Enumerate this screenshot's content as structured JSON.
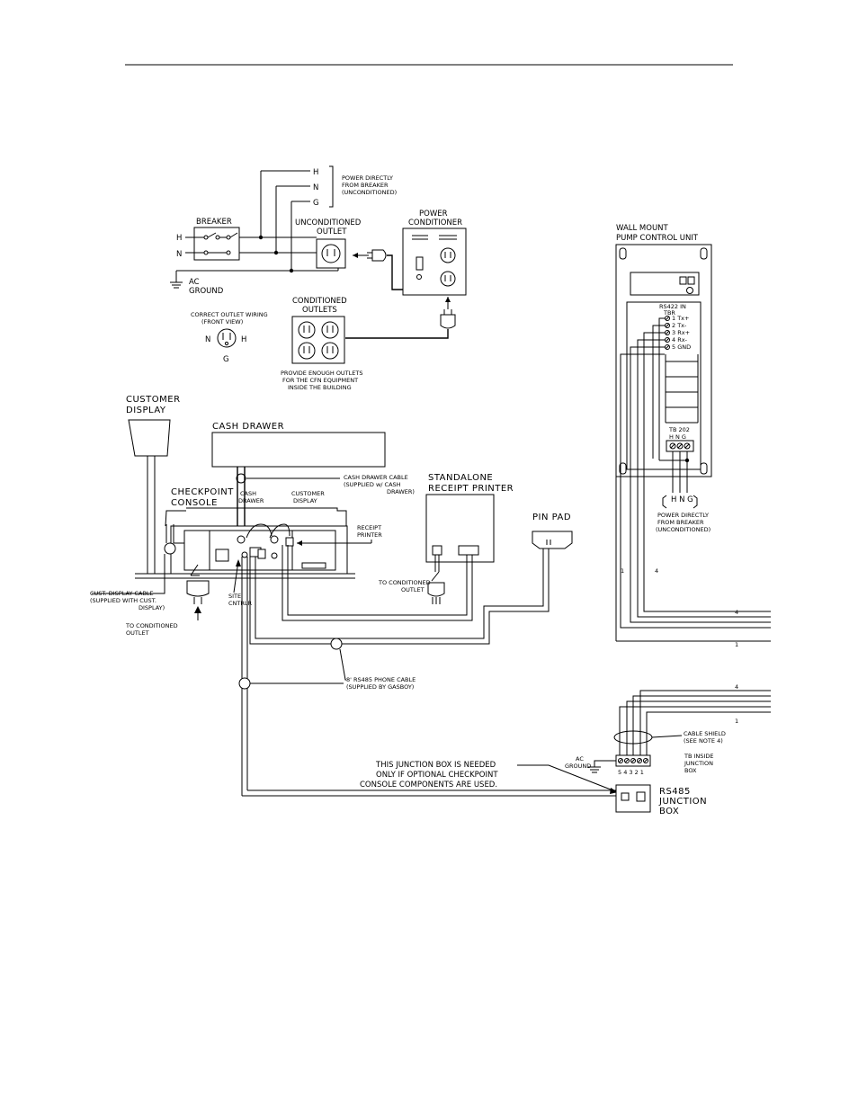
{
  "page": {
    "header_rule": true
  },
  "power": {
    "h": "H",
    "n": "N",
    "g": "G",
    "direct_note": [
      "POWER DIRECTLY",
      "FROM BREAKER",
      "(UNCONDITIONED)"
    ],
    "breaker": "BREAKER",
    "unconditioned_outlet": [
      "UNCONDITIONED",
      "OUTLET"
    ],
    "power_conditioner": [
      "POWER",
      "CONDITIONER"
    ],
    "ac_ground": [
      "AC",
      "GROUND"
    ],
    "conditioned_outlets": [
      "CONDITIONED",
      "OUTLETS"
    ],
    "correct_wiring": [
      "CORRECT OUTLET WIRING",
      "(FRONT VIEW)"
    ],
    "wiring_n": "N",
    "wiring_h": "H",
    "wiring_g": "G",
    "provide_note": [
      "PROVIDE ENOUGH OUTLETS",
      "FOR THE CFN EQUIPMENT",
      "INSIDE THE BUILDING"
    ]
  },
  "pcu": {
    "title": [
      "WALL MOUNT",
      "PUMP CONTROL UNIT"
    ],
    "rs422": [
      "RS422 IN",
      "TBR"
    ],
    "terminals": [
      "1  Tx+",
      "2  Tx-",
      "3  Rx+",
      "4  Rx-",
      "5  GND"
    ],
    "tb202": "TB 202",
    "hng": "H  N  G",
    "hng_bottom": "H N G",
    "direct_note": [
      "POWER DIRECTLY",
      "FROM BREAKER",
      "(UNCONDITIONED)"
    ],
    "wire1": "1",
    "wire4": "4"
  },
  "console": {
    "customer_display": [
      "CUSTOMER",
      "DISPLAY"
    ],
    "cash_drawer": "CASH DRAWER",
    "cash_drawer_cable": [
      "CASH DRAWER CABLE",
      "(SUPPLIED w/ CASH",
      "DRAWER)"
    ],
    "checkpoint_console": [
      "CHECKPOINT",
      "CONSOLE"
    ],
    "port_cash_drawer": [
      "CASH",
      "DRAWER"
    ],
    "port_customer_display": [
      "CUSTOMER",
      "DISPLAY"
    ],
    "port_receipt_printer": [
      "RECEIPT",
      "PRINTER"
    ],
    "standalone_printer": [
      "STANDALONE",
      "RECEIPT PRINTER"
    ],
    "pin_pad": "PIN PAD",
    "to_conditioned_outlet_printer": [
      "TO CONDITIONED",
      "OUTLET"
    ],
    "cust_display_cable": [
      "CUST. DISPLAY CABLE",
      "(SUPPLIED WITH CUST.",
      "DISPLAY)"
    ],
    "to_conditioned_outlet_console": [
      "TO CONDITIONED",
      "OUTLET"
    ],
    "site_cntrlr": [
      "SITE",
      "CNTRLR"
    ],
    "phone_cable": [
      "8' RS485 PHONE CABLE",
      "(SUPPLIED BY GASBOY)"
    ]
  },
  "junction": {
    "wire4": "4",
    "wire1": "1",
    "cable_shield": [
      "CABLE SHIELD",
      "(SEE NOTE 4)"
    ],
    "ac_ground": [
      "AC",
      "GROUND"
    ],
    "tb_inside": [
      "TB INSIDE",
      "JUNCTION",
      "BOX"
    ],
    "terminal_numbers": "5  4  3  2  1",
    "note": [
      "THIS JUNCTION BOX IS NEEDED",
      "ONLY IF OPTIONAL CHECKPOINT",
      "CONSOLE COMPONENTS ARE USED."
    ],
    "label": [
      "RS485",
      "JUNCTION",
      "BOX"
    ]
  }
}
